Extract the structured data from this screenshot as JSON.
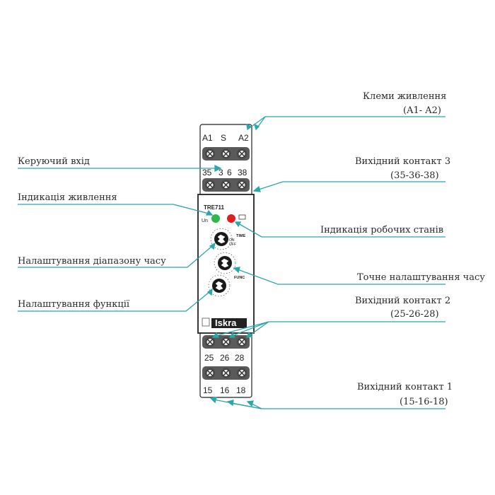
{
  "colors": {
    "leader": "#2aa7a7",
    "led_green": "#2eb84a",
    "led_red": "#e02020",
    "body": "#ffffff",
    "outline": "#222222"
  },
  "labels": {
    "power_terminals": "Клеми живлення",
    "power_terminals_sub": "(A1- A2)",
    "control_input": "Керуючий вхід",
    "output3": "Вихідний контакт 3",
    "output3_sub": "(35-36-38)",
    "power_indication": "Індикація живлення",
    "state_indication": "Індикація робочих станів",
    "time_range": "Налаштування діапазону часу",
    "fine_time": "Точне налаштування часу",
    "function_setting": "Налаштування функції",
    "output2": "Вихідний контакт 2",
    "output2_sub": "(25-26-28)",
    "output1": "Вихідний контакт 1",
    "output1_sub": "(15-16-18)"
  },
  "device": {
    "top_terminals": {
      "a1": "A1",
      "s": "S",
      "a2": "A2"
    },
    "row35": {
      "t35": "35",
      "t3": "3",
      "t6": "6",
      "t38": "38"
    },
    "model": "TRE711",
    "un": "Un",
    "time": "TIME",
    "on": "ON",
    "off": "OFF",
    "func": "FUNC",
    "brand": "Iskra",
    "row25": {
      "t25": "25",
      "t26": "26",
      "t28": "28"
    },
    "row15": {
      "t15": "15",
      "t16": "16",
      "t18": "18"
    }
  }
}
